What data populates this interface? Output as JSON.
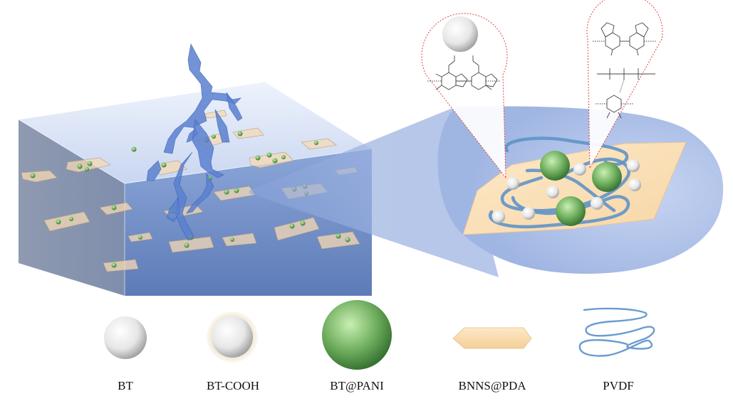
{
  "legend": {
    "items": [
      {
        "id": "bt",
        "label": "BT"
      },
      {
        "id": "bt_cooh",
        "label": "BT-COOH"
      },
      {
        "id": "bt_pani",
        "label": "BT@PANI"
      },
      {
        "id": "bnns_pda",
        "label": "BNNS@PDA"
      },
      {
        "id": "pvdf",
        "label": "PVDF"
      }
    ]
  },
  "colors": {
    "composite_front": "#6f8fc7",
    "composite_top": "#dfe8f8",
    "composite_side": "#7c8fb5",
    "lightning": "#5a80d0",
    "bnns_sheet": "#fbe3bd",
    "pani_sphere": "#6fae5e",
    "bt_sphere": "#f4f4f4",
    "pvdf_chain": "#6a9ccf",
    "zoom_bubble": "#a9bde6",
    "dotted_callout": "#e04444"
  }
}
